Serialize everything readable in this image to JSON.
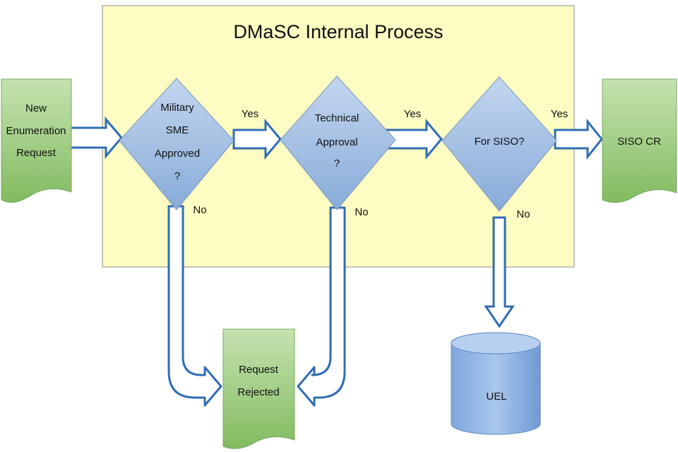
{
  "title": "DMaSC Internal Process",
  "nodes": {
    "new_request": {
      "lines": [
        "New",
        "Enumeration",
        "Request"
      ]
    },
    "military": {
      "lines": [
        "Military",
        "SME",
        "Approved",
        "?"
      ]
    },
    "technical": {
      "lines": [
        "Technical",
        "Approval",
        "?"
      ]
    },
    "for_siso": {
      "lines": [
        "For SISO?"
      ]
    },
    "siso_cr": {
      "lines": [
        "SISO CR"
      ]
    },
    "rejected": {
      "lines": [
        "Request",
        "Rejected"
      ]
    },
    "uel": {
      "lines": [
        "UEL"
      ]
    }
  },
  "edges": {
    "military_yes": "Yes",
    "military_no": "No",
    "technical_yes": "Yes",
    "technical_no": "No",
    "siso_yes": "Yes",
    "siso_no": "No"
  },
  "colors": {
    "process_box_fill": "#fdfcc2",
    "document_fill": "#9fcf82",
    "decision_fill": "#9dbde3",
    "arrow_stroke": "#2f6db3",
    "cylinder_fill": "#8db3e2"
  }
}
